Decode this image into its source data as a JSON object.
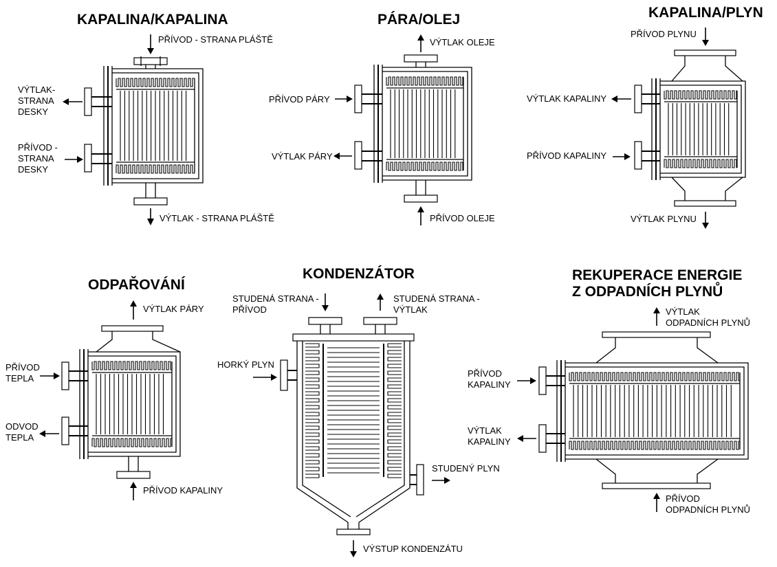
{
  "diagrams": {
    "liquid_liquid": {
      "title": "KAPALINA/KAPALINA",
      "inlet_shell": "PŘÍVOD - STRANA PLÁŠTĚ",
      "outlet_plate_1": "VÝTLAK-",
      "outlet_plate_2": "STRANA",
      "outlet_plate_3": "DESKY",
      "inlet_plate_1": "PŘÍVOD -",
      "inlet_plate_2": "STRANA",
      "inlet_plate_3": "DESKY",
      "outlet_shell": "VÝTLAK - STRANA PLÁŠTĚ"
    },
    "steam_oil": {
      "title": "PÁRA/OLEJ",
      "oil_outlet": "VÝTLAK OLEJE",
      "steam_inlet": "PŘÍVOD PÁRY",
      "steam_outlet": "VÝTLAK PÁRY",
      "oil_inlet": "PŘÍVOD OLEJE"
    },
    "liquid_gas": {
      "title": "KAPALINA/PLYN",
      "gas_inlet": "PŘÍVOD PLYNU",
      "liquid_outlet": "VÝTLAK KAPALINY",
      "liquid_inlet": "PŘÍVOD KAPALINY",
      "gas_outlet": "VÝTLAK PLYNU"
    },
    "evaporation": {
      "title": "ODPAŘOVÁNÍ",
      "steam_outlet": "VÝTLAK PÁRY",
      "heat_inlet_1": "PŘÍVOD",
      "heat_inlet_2": "TEPLA",
      "heat_outlet_1": "ODVOD",
      "heat_outlet_2": "TEPLA",
      "liquid_inlet": "PŘÍVOD KAPALINY"
    },
    "condenser": {
      "title": "KONDENZÁTOR",
      "cold_inlet_1": "STUDENÁ STRANA -",
      "cold_inlet_2": "PŘÍVOD",
      "cold_outlet_1": "STUDENÁ STRANA -",
      "cold_outlet_2": "VÝTLAK",
      "hot_gas": "HORKÝ PLYN",
      "cold_gas": "STUDENÝ PLYN",
      "condensate_outlet": "VÝSTUP KONDENZÁTU"
    },
    "energy_recovery": {
      "title_1": "REKUPERACE ENERGIE",
      "title_2": "Z ODPADNÍCH PLYNŮ",
      "flue_outlet_1": "VÝTLAK",
      "flue_outlet_2": "ODPADNÍCH PLYNŮ",
      "liquid_inlet_1": "PŘÍVOD",
      "liquid_inlet_2": "KAPALINY",
      "liquid_outlet_1": "VÝTLAK",
      "liquid_outlet_2": "KAPALINY",
      "flue_inlet_1": "PŘÍVOD",
      "flue_inlet_2": "ODPADNÍCH PLYNŮ"
    }
  }
}
